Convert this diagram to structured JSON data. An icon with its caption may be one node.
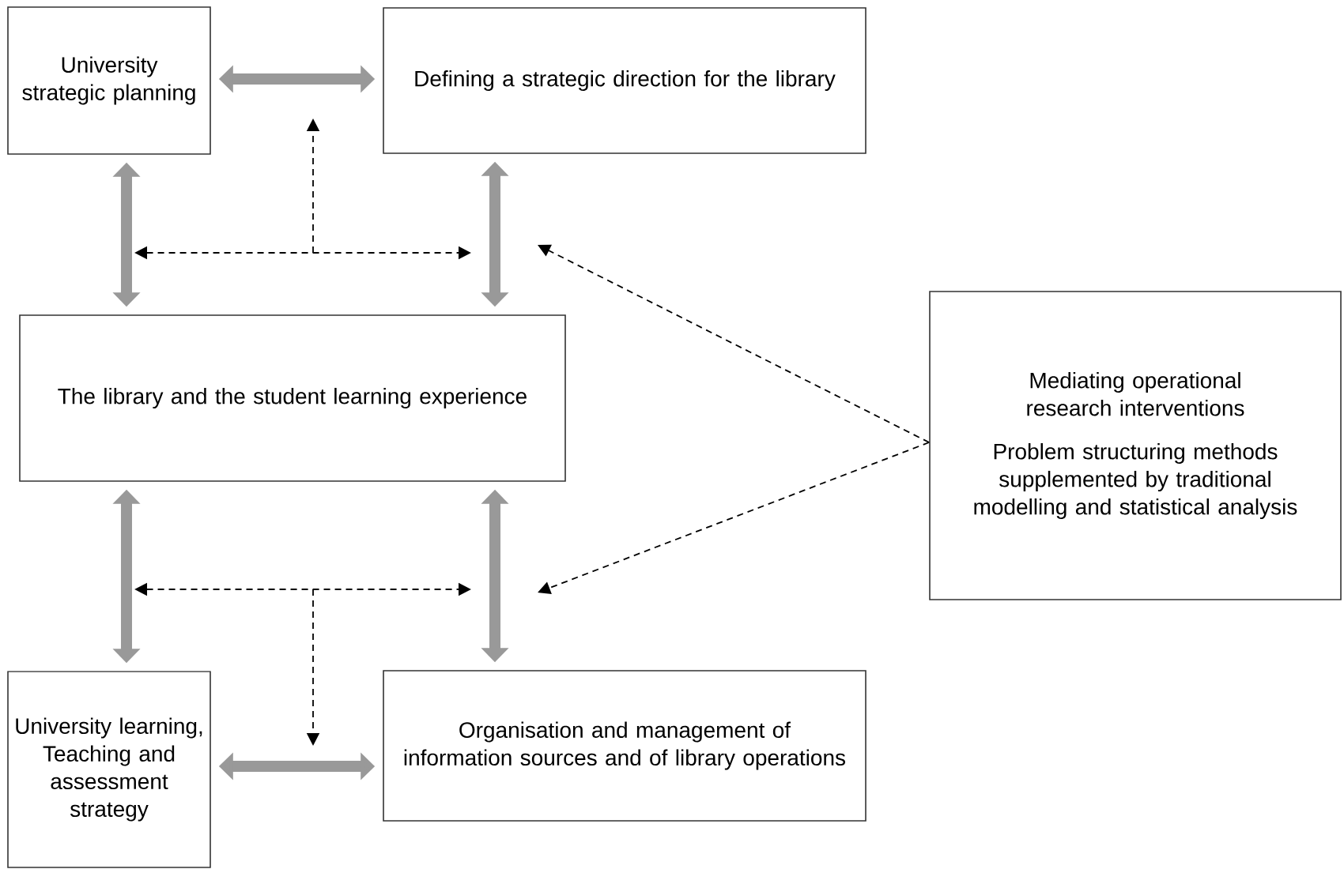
{
  "diagram": {
    "nodes": [
      {
        "text": [
          "University strategic planning"
        ]
      },
      {
        "text": [
          "Defining a strategic direction for the library"
        ]
      },
      {
        "text": [
          "The library and the student learning experience"
        ]
      },
      {
        "text": [
          "Mediating operational research interventions",
          "Problem structuring methods supplemented by traditional modelling and statistical analysis"
        ]
      },
      {
        "text": [
          "University learning, Teaching and assessment strategy"
        ]
      },
      {
        "text": [
          "Organisation and management of information sources and of library operations"
        ]
      }
    ],
    "edges": [
      {
        "from": 0,
        "to": 1,
        "arrow": "both"
      },
      {
        "from": 0,
        "to": 2,
        "arrow": "both"
      },
      {
        "from": 1,
        "to": 2,
        "arrow": "both"
      },
      {
        "from": 2,
        "to": 4,
        "arrow": "both"
      },
      {
        "from": 2,
        "to": 5,
        "arrow": "both"
      },
      {
        "from": 4,
        "to": 5,
        "arrow": "both"
      },
      {
        "from": 3,
        "to": null,
        "arrow": "to",
        "style": "dashed",
        "color": "#000000"
      },
      {
        "from": 3,
        "to": null,
        "arrow": "to",
        "style": "dashed",
        "color": "#000000"
      }
    ]
  }
}
